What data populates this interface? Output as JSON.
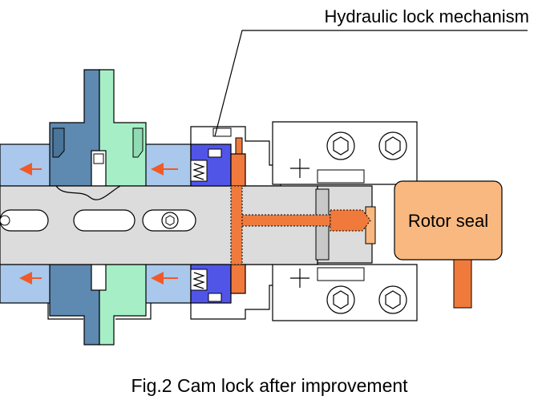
{
  "callout_label": "Hydraulic lock mechanism",
  "rotor_label": "Rotor seal",
  "caption": "Fig.2  Cam lock after improvement",
  "colors": {
    "housing_blue": "#a9c8ec",
    "steel_blue": "#5e89b0",
    "mint": "#a6efc6",
    "shaft_gray": "#dcdcdc",
    "seal_purple": "#5055e8",
    "oil_orange": "#f07a3c",
    "rotor_peach": "#f9b880",
    "arrow_orange": "#f05a28"
  }
}
